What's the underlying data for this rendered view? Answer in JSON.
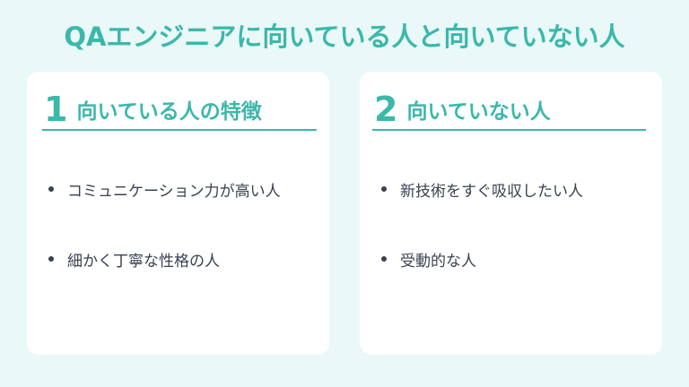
{
  "title": "QAエンジニアに向いている人と向いていない人",
  "colors": {
    "accent": "#3bb8aa",
    "background": "#eaf8f8",
    "card": "#ffffff",
    "text": "#3a4150"
  },
  "cards": [
    {
      "number": "1",
      "heading": "向いている人の特徴",
      "items": [
        "コミュニケーション力が高い人",
        "細かく丁寧な性格の人"
      ]
    },
    {
      "number": "2",
      "heading": "向いていない人",
      "items": [
        "新技術をすぐ吸収したい人",
        "受動的な人"
      ]
    }
  ]
}
